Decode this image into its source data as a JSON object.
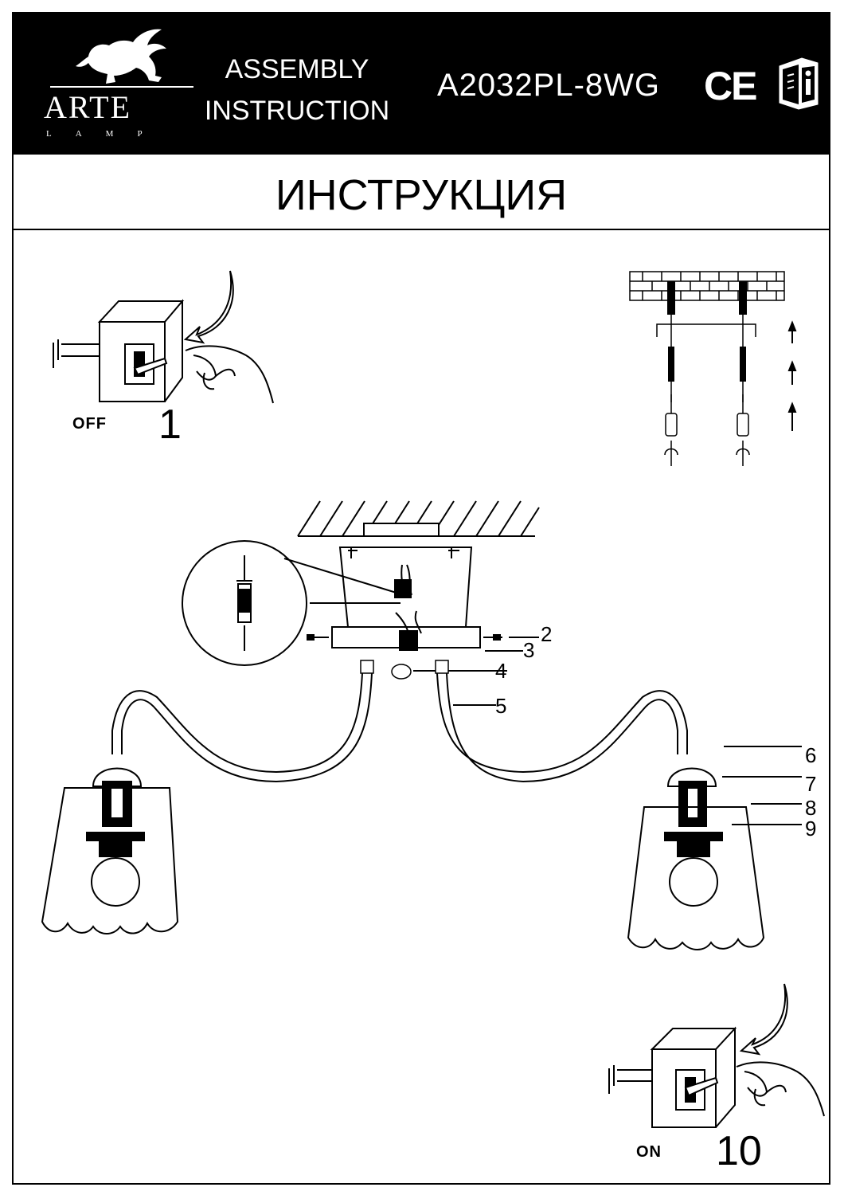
{
  "header": {
    "brand": {
      "name": "ARTE",
      "sub": "LAMP"
    },
    "doc_type": "ASSEMBLY INSTRUCTION",
    "model": "A2032PL-8WG",
    "ce_mark": "CE",
    "info_icon": "instruction-book-icon"
  },
  "title": "ИНСТРУКЦИЯ",
  "steps": {
    "first": {
      "number": "1",
      "state": "OFF"
    },
    "last": {
      "number": "10",
      "state": "ON"
    }
  },
  "callouts": [
    "2",
    "3",
    "4",
    "5",
    "6",
    "7",
    "8",
    "9"
  ],
  "colors": {
    "header_bg": "#000000",
    "ink": "#000000",
    "paper": "#ffffff"
  }
}
